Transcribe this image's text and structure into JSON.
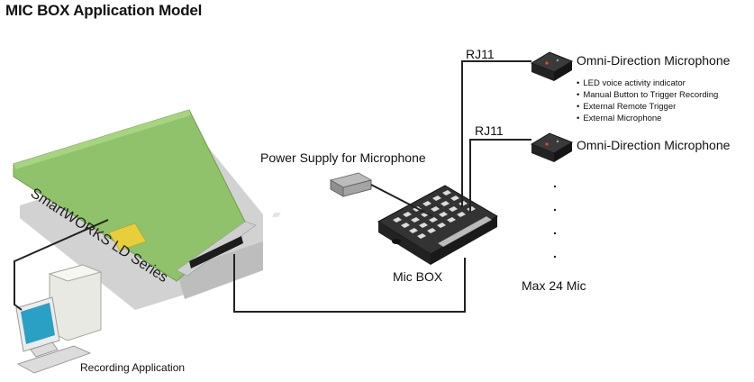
{
  "title": "MIC BOX Application Model",
  "card": {
    "label": "SmartWORKS LD Series"
  },
  "power_supply": {
    "label": "Power Supply for Microphone"
  },
  "mic_box": {
    "label": "Mic BOX"
  },
  "connectors": {
    "rj11_top": "RJ11",
    "rj11_second": "RJ11"
  },
  "microphones": [
    {
      "label": "Omni-Direction Microphone"
    },
    {
      "label": "Omni-Direction Microphone"
    }
  ],
  "mic_features": [
    "LED voice activity indicator",
    "Manual Button to Trigger Recording",
    "External Remote Trigger",
    "External Microphone"
  ],
  "ellipsis_dots": ".",
  "max_mic": "Max 24 Mic",
  "computer": {
    "label": "Recording Application"
  },
  "colors": {
    "card_green": "#8fc26a",
    "card_shadow": "#cfcfcf",
    "mic_box_body": "#2e2e2e",
    "monitor_screen": "#2aa0c4",
    "cable": "#222222"
  }
}
